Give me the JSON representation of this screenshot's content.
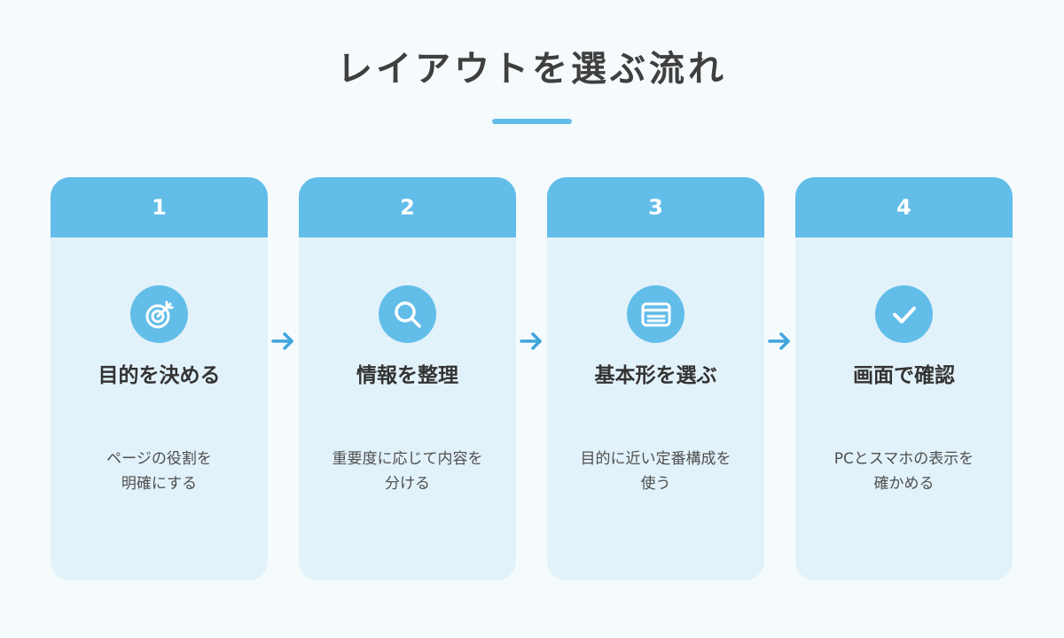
{
  "title": "レイアウトを選ぶ流れ",
  "colors": {
    "accent": "#62bde9",
    "card_background": "#e2f2fa",
    "page_background": "#f5fafd",
    "arrow": "#3ea5db",
    "text": "#3d3d3d"
  },
  "steps": [
    {
      "number": "1",
      "icon": "target-icon",
      "title": "目的を決める",
      "desc_line1": "ページの役割を",
      "desc_line2": "明確にする"
    },
    {
      "number": "2",
      "icon": "search-icon",
      "title": "情報を整理",
      "desc_line1": "重要度に応じて内容を",
      "desc_line2": "分ける"
    },
    {
      "number": "3",
      "icon": "layout-icon",
      "title": "基本形を選ぶ",
      "desc_line1": "目的に近い定番構成を",
      "desc_line2": "使う"
    },
    {
      "number": "4",
      "icon": "check-icon",
      "title": "画面で確認",
      "desc_line1": "PCとスマホの表示を",
      "desc_line2": "確かめる"
    }
  ]
}
